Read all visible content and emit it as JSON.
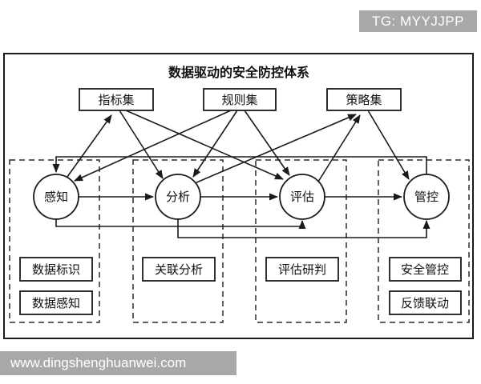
{
  "watermarks": {
    "telegram_badge": "TG: MYYJJPP",
    "website": "www.dingshenghuanwei.com"
  },
  "diagram": {
    "title": "数据驱动的安全防控体系",
    "top_boxes": [
      {
        "id": "indicator-set",
        "label": "指标集"
      },
      {
        "id": "rule-set",
        "label": "规则集"
      },
      {
        "id": "strategy-set",
        "label": "策略集"
      }
    ],
    "process_nodes": [
      {
        "id": "perception",
        "label": "感知"
      },
      {
        "id": "analysis",
        "label": "分析"
      },
      {
        "id": "evaluation",
        "label": "评估"
      },
      {
        "id": "control",
        "label": "管控"
      }
    ],
    "bottom_boxes": [
      {
        "id": "data-labeling",
        "label": "数据标识"
      },
      {
        "id": "data-perception",
        "label": "数据感知"
      },
      {
        "id": "correlation-analysis",
        "label": "关联分析"
      },
      {
        "id": "evaluation-judgment",
        "label": "评估研判"
      },
      {
        "id": "security-control",
        "label": "安全管控"
      },
      {
        "id": "feedback-linkage",
        "label": "反馈联动"
      }
    ],
    "edges": [
      {
        "from": "感知",
        "to": "指标集"
      },
      {
        "from": "指标集",
        "to": "分析"
      },
      {
        "from": "指标集",
        "to": "评估"
      },
      {
        "from": "规则集",
        "to": "感知"
      },
      {
        "from": "规则集",
        "to": "分析"
      },
      {
        "from": "规则集",
        "to": "评估"
      },
      {
        "from": "分析",
        "to": "策略集"
      },
      {
        "from": "评估",
        "to": "策略集"
      },
      {
        "from": "策略集",
        "to": "管控"
      },
      {
        "from": "感知",
        "to": "分析"
      },
      {
        "from": "分析",
        "to": "评估"
      },
      {
        "from": "评估",
        "to": "管控"
      },
      {
        "from": "管控",
        "to": "感知"
      },
      {
        "from": "感知",
        "to": "评估"
      },
      {
        "from": "分析",
        "to": "管控"
      }
    ]
  },
  "colors": {
    "line": "#1a1a1a",
    "watermark_bg": "#a8a8a8",
    "watermark_text": "#ffffff",
    "box_fill": "#ffffff",
    "background": "#ffffff"
  }
}
